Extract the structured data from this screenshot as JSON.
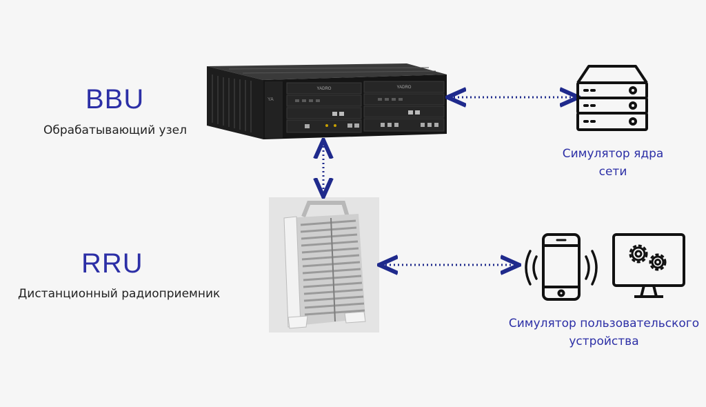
{
  "bbu": {
    "title": "BBU",
    "description": "Обрабатывающий узел",
    "brand": "YADRO"
  },
  "rru": {
    "title": "RRU",
    "description": "Дистанционный радиоприемник"
  },
  "core_simulator": {
    "line1": "Симулятор ядра",
    "line2": "сети"
  },
  "ue_simulator": {
    "line1": "Симулятор пользовательского",
    "line2": "устройства"
  },
  "colors": {
    "accent": "#2c2fa6",
    "arrow": "#1f2a8c",
    "icon_stroke": "#111111",
    "background": "#f6f6f6"
  },
  "icons": [
    "server-rack-icon",
    "smartphone-icon",
    "sound-waves-icon",
    "monitor-gears-icon"
  ]
}
